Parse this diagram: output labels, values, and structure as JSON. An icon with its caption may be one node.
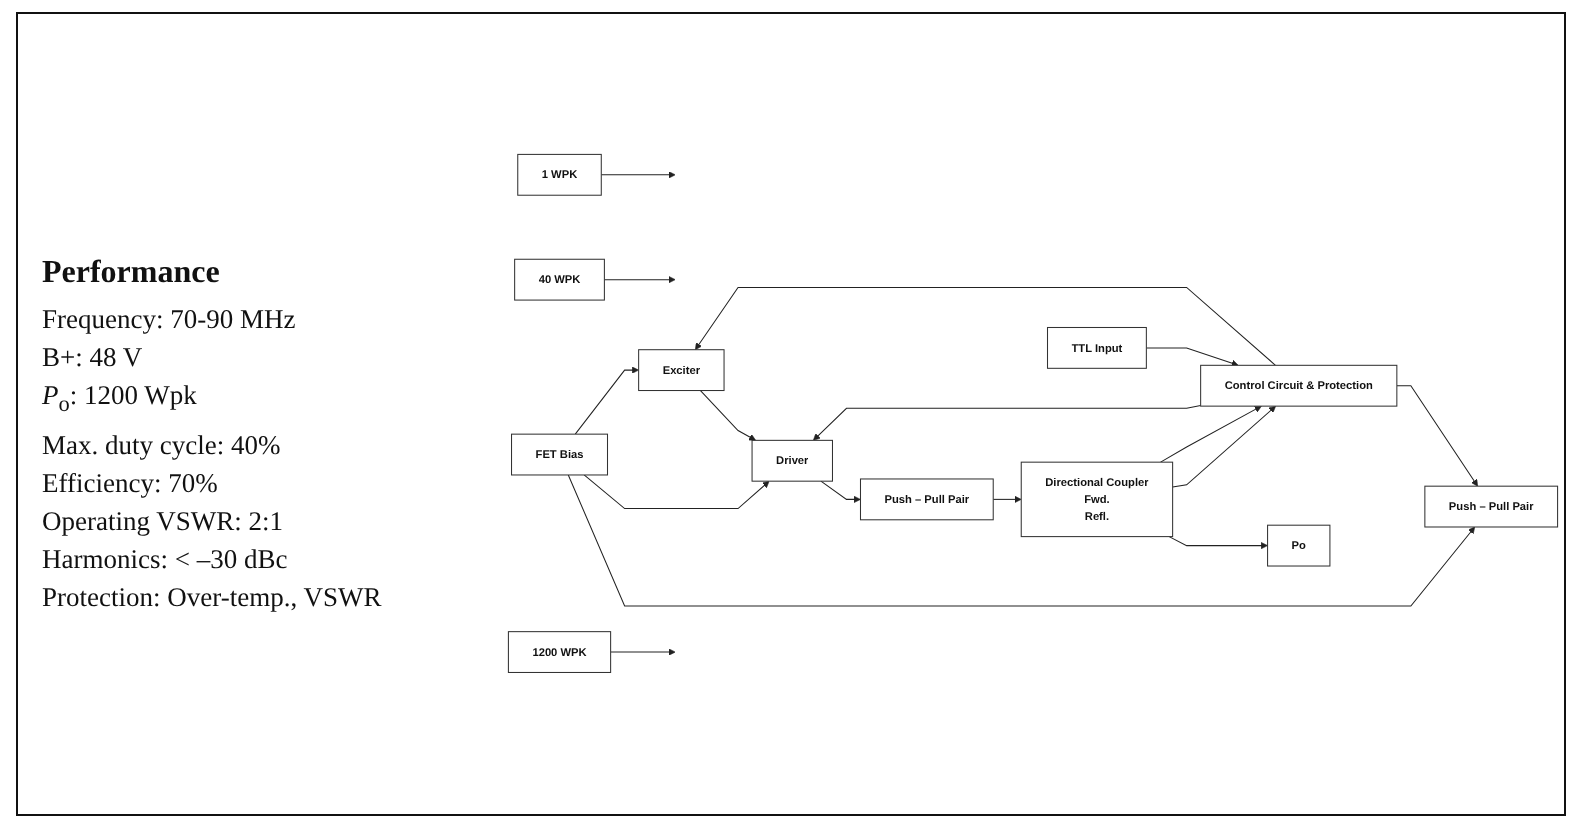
{
  "diagram": {
    "nodes": [
      {
        "text": [
          "1 WPK"
        ]
      },
      {
        "text": [
          "40 WPK"
        ]
      },
      {
        "text": [
          "Exciter"
        ]
      },
      {
        "text": [
          "Driver"
        ]
      },
      {
        "text": [
          "Push – Pull Pair"
        ]
      },
      {
        "text": [
          "Push – Pull Pair"
        ]
      },
      {
        "text": [
          "1200 WPK"
        ]
      },
      {
        "text": [
          "Directional Coupler",
          "Fwd.",
          "Refl."
        ]
      },
      {
        "text": [
          "Po"
        ]
      },
      {
        "text": [
          "FET Bias"
        ]
      },
      {
        "text": [
          "Control Circuit & Protection"
        ]
      },
      {
        "text": [
          "TTL Input"
        ]
      }
    ],
    "edges": [
      {
        "from": 0,
        "to": null,
        "arrow": "to"
      },
      {
        "from": 1,
        "to": null,
        "arrow": "to"
      },
      {
        "from": 2,
        "to": 3,
        "arrow": "to"
      },
      {
        "from": 3,
        "to": 4,
        "arrow": "to"
      },
      {
        "from": 4,
        "to": 7,
        "arrow": "to"
      },
      {
        "from": 6,
        "to": null,
        "arrow": "to"
      },
      {
        "from": 7,
        "to": 8,
        "arrow": "to"
      },
      {
        "from": 7,
        "to": 10,
        "arrow": "to"
      },
      {
        "from": 7,
        "to": 10,
        "arrow": "to"
      },
      {
        "from": 10,
        "to": 5,
        "arrow": "to"
      },
      {
        "from": 10,
        "to": 3,
        "arrow": "to"
      },
      {
        "from": 10,
        "to": 2,
        "arrow": "to"
      },
      {
        "from": 9,
        "to": 5,
        "arrow": "to"
      },
      {
        "from": 9,
        "to": 3,
        "arrow": "to"
      },
      {
        "from": 9,
        "to": 2,
        "arrow": "to"
      },
      {
        "from": 11,
        "to": 10,
        "arrow": "to"
      }
    ],
    "labels": [
      "Performance",
      "Frequency:  70-90 MHz",
      "B+:  48 V",
      "*P*$_{o}$:  1200 Wpk",
      "Max. duty cycle:  40%",
      "Efficiency:  70%",
      "Operating VSWR:  2:1",
      "Harmonics:  < –30 dBc",
      "Protection:  Over-temp., VSWR"
    ]
  }
}
